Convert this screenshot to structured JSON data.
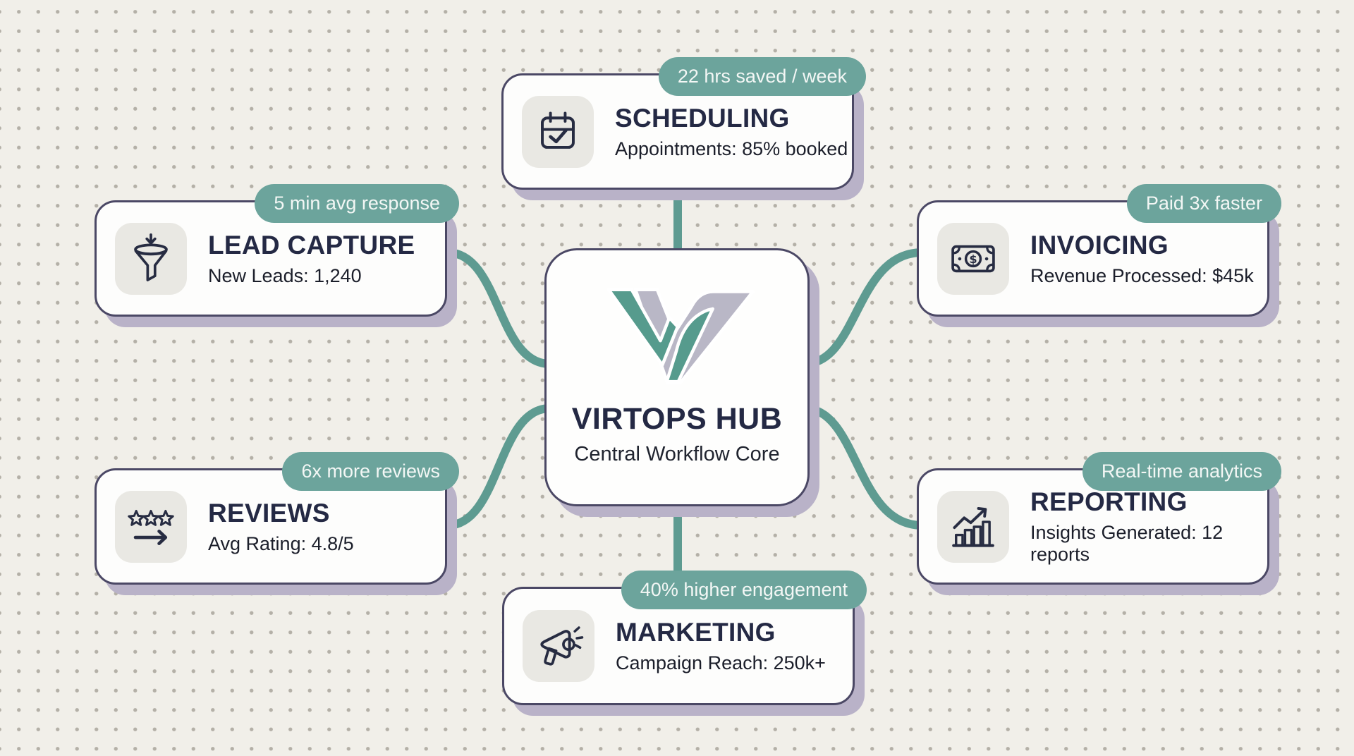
{
  "canvas": {
    "style": "dot-grid infographic",
    "colors": {
      "background": "#f1efe9",
      "dot": "#b4b0a7",
      "accent_teal": "#6ca49c",
      "connector_teal": "#5e9b91",
      "card_border_purple": "#4b4865",
      "card_shadow_lavender": "#b9b2c8",
      "title_navy": "#242944",
      "logo_teal": "#569b8d",
      "logo_gray": "#b9b7c6"
    }
  },
  "hub": {
    "title": "VIRTOPS HUB",
    "subtitle": "Central Workflow Core",
    "logo": "virtops-v-logo"
  },
  "nodes": [
    {
      "id": "scheduling",
      "title": "SCHEDULING",
      "stat": "Appointments: 85% booked",
      "badge": "22 hrs saved / week",
      "icon": "calendar-check-icon"
    },
    {
      "id": "lead-capture",
      "title": "LEAD CAPTURE",
      "stat": "New Leads: 1,240",
      "badge": "5 min avg response",
      "icon": "funnel-icon"
    },
    {
      "id": "invoicing",
      "title": "INVOICING",
      "stat": "Revenue Processed: $45k",
      "badge": "Paid 3x faster",
      "icon": "money-bill-icon"
    },
    {
      "id": "reviews",
      "title": "REVIEWS",
      "stat": "Avg Rating: 4.8/5",
      "badge": "6x more reviews",
      "icon": "stars-arrow-icon"
    },
    {
      "id": "reporting",
      "title": "REPORTING",
      "stat": "Insights Generated: 12 reports",
      "badge": "Real-time analytics",
      "icon": "chart-growth-icon"
    },
    {
      "id": "marketing",
      "title": "MARKETING",
      "stat": "Campaign Reach: 250k+",
      "badge": "40% higher engagement",
      "icon": "megaphone-icon"
    }
  ]
}
